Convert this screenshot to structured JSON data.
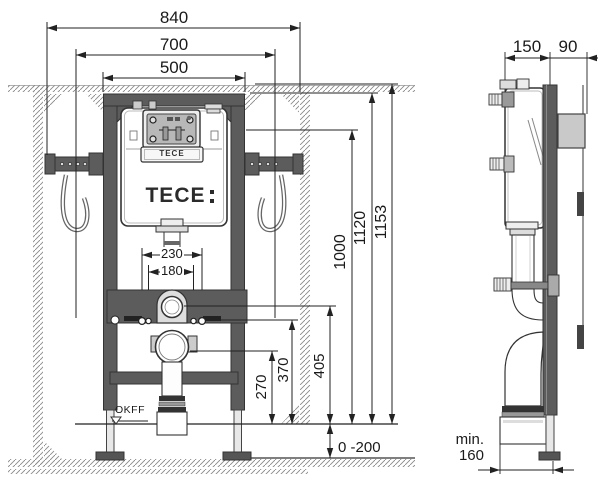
{
  "front_view": {
    "logo_text": "TECE",
    "service_plate_text": "TECE",
    "dims": {
      "outer_width": "840",
      "stud_width": "700",
      "frame_width": "500",
      "bolt_spacing_outer": "230",
      "bolt_spacing_inner": "180",
      "drain_height": "270",
      "bolt_height": "370",
      "flush_pipe_height": "405",
      "panel_height": "1000",
      "frame_top_height": "1120",
      "total_height": "1153",
      "floor_adjust_range": "0 -200",
      "floor_level_label": "OKFF"
    }
  },
  "side_view": {
    "dims": {
      "frame_depth": "150",
      "front_depth": "90",
      "min_label": "min.",
      "min_value": "160"
    }
  },
  "colors": {
    "line": "#222222",
    "steel": "#5c5c5c",
    "panel_gray": "#b8b8b8",
    "box_gray": "#c9c9c9"
  }
}
